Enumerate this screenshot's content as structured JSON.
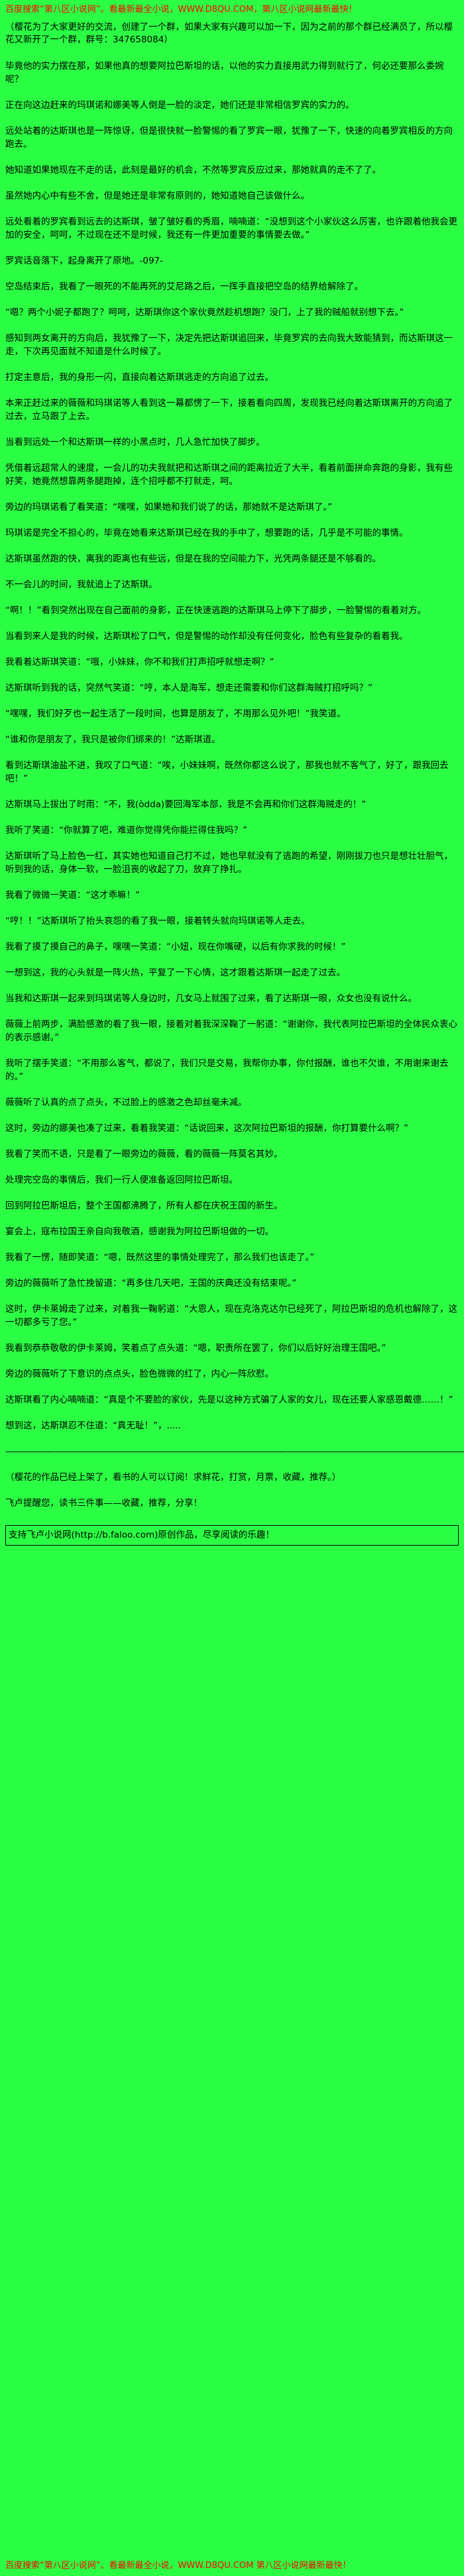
{
  "meta": {
    "bg_color": "#2bff44",
    "accent_red": "#ff0000",
    "text_color": "#000000"
  },
  "header": {
    "text": "百度搜索“第八区小说网”。看最新最全小说，WWW.D8QU.COM，第八区小说网最新最快！"
  },
  "intro": {
    "text": "（樱花为了大家更好的交流，创建了一个群，如果大家有兴趣可以加一下，因为之前的那个群已经满员了，所以樱花又新开了一个群，群号：347658084）"
  },
  "content": {
    "paragraphs": [
      "毕竟他的实力摆在那，如果他真的想要阿拉巴斯坦的话，以他的实力直接用武力得到就行了，何必还要那么委婉呢？",
      "正在向这边赶来的玛琪诺和娜美等人倒是一脸的淡定，她们还是非常相信罗宾的实力的。",
      "远处站着的达斯琪也是一阵惊讶，但是很快就一脸警惕的看了罗宾一眼，犹豫了一下，快速的向着罗宾相反的方向跑去。",
      "她知道如果她现在不走的话，此刻是最好的机会，不然等罗宾反应过来，那她就真的走不了了。",
      "虽然她内心中有些不舍，但是她还是非常有原则的，她知道她自己该做什么。",
      "远处看着的罗宾看到远去的达斯琪，皱了皱好看的秀眉，喃喃道：“没想到这个小家伙这么厉害，也许跟着他我会更加的安全，呵呵，不过现在还不是时候，我还有一件更加重要的事情要去做。”",
      "罗宾话音落下，起身离开了原地。-097-",
      "空岛结束后，我看了一眼死的不能再死的艾尼路之后，一挥手直接把空岛的结界给解除了。",
      "“嗯？两个小妮子都跑了？呵呵，达斯琪你这个家伙竟然趁机想跑？没门，上了我的贼船就别想下去。”",
      "感知到两女离开的方向后，我犹豫了一下，决定先把达斯琪追回来，毕竟罗宾的去向我大致能猜到，而达斯琪这一走，下次再见面就不知道是什么时候了。",
      "打定主意后，我的身形一闪，直接向着达斯琪逃走的方向追了过去。",
      "本来正赶过来的薇薇和玛琪诺等人看到这一幕都愣了一下，接着看向四周，发现我已经向着达斯琪离开的方向追了过去，立马跟了上去。",
      "当看到远处一个和达斯琪一样的小黑点时，几人急忙加快了脚步。",
      "凭借着远超常人的速度，一会儿的功夫我就把和达斯琪之间的距离拉近了大半，看着前面拼命奔跑的身影，我有些好笑，她竟然想靠两条腿跑掉，连个招呼都不打就走，呵。",
      "旁边的玛琪诺看了看笑道：“嘿嘿，如果她和我们说了的话，那她就不是达斯琪了。”",
      "玛琪诺是完全不担心的，毕竟在她看来达斯琪已经在我的手中了，想要跑的话，几乎是不可能的事情。",
      "达斯琪虽然跑的快，离我的距离也有些远，但是在我的空间能力下，光凭两条腿还是不够看的。",
      "不一会儿的时间，我就追上了达斯琪。",
      "“啊！！”看到突然出现在自己面前的身影，正在快速逃跑的达斯琪马上停下了脚步，一脸警惕的看着对方。",
      "当看到来人是我的时候，达斯琪松了口气，但是警惕的动作却没有任何变化，脸色有些复杂的看着我。",
      "我看着达斯琪笑道：“哦，小妹妹，你不和我们打声招呼就想走啊？”",
      "达斯琪听到我的话，突然气笑道：“哼，本人是海军，想走还需要和你们这群海贼打招呼吗？”",
      "“嘿嘿，我们好歹也一起生活了一段时间，也算是朋友了，不用那么见外吧！”我笑道。",
      "“谁和你是朋友了，我只是被你们绑来的！”达斯琪道。",
      "看到达斯琪油盐不进，我叹了口气道：“唉，小妹妹啊，既然你都这么说了，那我也就不客气了，好了，跟我回去吧！”",
      "达斯琪马上拔出了时雨：“不，我(òdda)要回海军本部，我是不会再和你们这群海贼走的！”",
      "我听了笑道：“你就算了吧，难道你觉得凭你能拦得住我吗？”",
      "达斯琪听了马上脸色一红，其实她也知道自己打不过，她也早就没有了逃跑的希望，刚刚拔刀也只是想壮壮胆气，听到我的话，身体一软，一脸沮丧的收起了刀，放弃了挣扎。",
      "我看了微微一笑道：“这才乖嘛！”",
      "“哼！！”达斯琪听了抬头哀怨的看了我一眼，接着转头就向玛琪诺等人走去。",
      "我看了摸了摸自己的鼻子，嘿嘿一笑道：“小妞，现在你嘴硬，以后有你求我的时候！”",
      "一想到这，我的心头就是一阵火热，平复了一下心情，这才跟着达斯琪一起走了过去。",
      "当我和达斯琪一起来到玛琪诺等人身边时，几女马上就围了过来，看了达斯琪一眼，众女也没有说什么。",
      "薇薇上前两步，满脸感激的看了我一眼，接着对着我深深鞠了一躬道：“谢谢你，我代表阿拉巴斯坦的全体民众衷心的表示感谢。”",
      "我听了摆手笑道：“不用那么客气，都说了，我们只是交易，我帮你办事，你付报酬，谁也不欠谁，不用谢来谢去的。”",
      "薇薇听了认真的点了点头，不过脸上的感激之色却丝毫未减。",
      "这时，旁边的娜美也凑了过来，看着我笑道：“话说回来，这次阿拉巴斯坦的报酬，你打算要什么啊？”",
      "我看了笑而不语，只是看了一眼旁边的薇薇，看的薇薇一阵莫名其妙。",
      "处理完空岛的事情后，我们一行人便准备返回阿拉巴斯坦。",
      "回到阿拉巴斯坦后，整个王国都沸腾了，所有人都在庆祝王国的新生。",
      "宴会上，寇布拉国王亲自向我敬酒，感谢我为阿拉巴斯坦做的一切。",
      "我看了一愣，随即笑道：“嗯，既然这里的事情处理完了，那么我们也该走了。”",
      "旁边的薇薇听了急忙挽留道：“再多住几天吧，王国的庆典还没有结束呢。”",
      "这时，伊卡莱姆走了过来，对着我一鞠躬道：“大恩人，现在克洛克达尔已经死了，阿拉巴斯坦的危机也解除了，这一切都多亏了您。”",
      "我看到恭恭敬敬的伊卡莱姆，笑着点了点头道：“嗯，职责所在罢了，你们以后好好治理王国吧。”",
      "旁边的薇薇听了下意识的点点头，脸色微微的红了，内心一阵欣慰。",
      "达斯琪看了内心喃喃道：“真是个不要脸的家伙，先是以这种方式骗了人家的女儿，现在还要人家感恩戴德……！”",
      "想到这，达斯琪忍不住道：“真无耻！”，....."
    ]
  },
  "separator": {
    "text": "————————————————————————————————————————————————————————————"
  },
  "promo": {
    "text": "（樱花的作品已经上架了，看书的人可以订阅！求鲜花，打赏，月票，收藏，推荐。）"
  },
  "reminder": {
    "text": "飞卢提醒您，读书三件事——收藏，推荐，分享！"
  },
  "support": {
    "text": "支持飞卢小说网(http://b.faloo.com)原创作品，尽享阅读的乐趣！"
  },
  "footer": {
    "text": "百度搜索“第八区小说网”。看最新最全小说，WWW.D8QU.COM  第八区小说网最新最快！"
  }
}
